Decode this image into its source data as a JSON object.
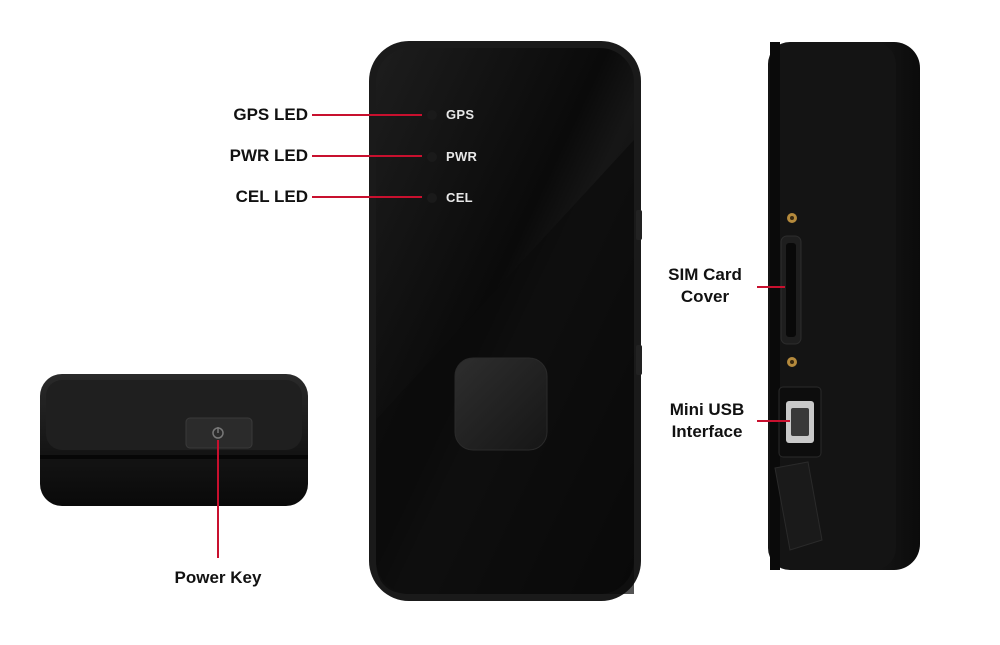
{
  "callouts": {
    "gps_led": "GPS LED",
    "pwr_led": "PWR LED",
    "cel_led": "CEL LED",
    "sim_card_cover_line1": "SIM Card",
    "sim_card_cover_line2": "Cover",
    "mini_usb_line1": "Mini USB",
    "mini_usb_line2": "Interface",
    "power_key": "Power Key"
  },
  "device_leds": {
    "gps": "GPS",
    "pwr": "PWR",
    "cel": "CEL"
  },
  "colors": {
    "leader_line": "#c8102e",
    "device_body": "#111111"
  }
}
